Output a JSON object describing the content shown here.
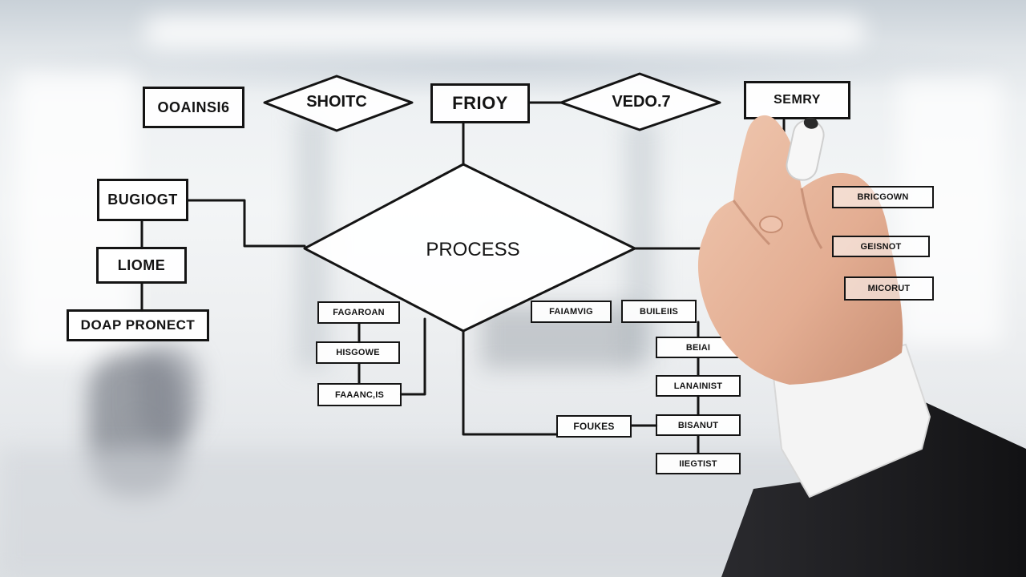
{
  "scene": {
    "description_colors": {
      "background_top": "#c9d1d8",
      "background_bottom": "#dde1e4",
      "ink": "#141414",
      "skin": "#e7b9a0",
      "sleeve": "#1a1a1d",
      "cuff": "#f4f4f4"
    }
  },
  "diagram": {
    "center": "PROCESS",
    "top_row": {
      "box_1": "OOAINSI6",
      "diamond_1": "SHOITC",
      "box_2": "FRIOY",
      "diamond_2": "VEDO.7",
      "box_3": "SEMRY"
    },
    "left_chain": {
      "box_1": "BUGIOGT",
      "box_2": "LIOME",
      "box_3": "DOAP PRONECT"
    },
    "lower_left": {
      "box_1": "FAGAROAN",
      "box_2": "HISGOWE",
      "box_3": "FAAANC,IS"
    },
    "lower_middle": {
      "box_1": "FAIAMVIG",
      "box_2": "BUILEIIS",
      "box_3": "FOUKES"
    },
    "lower_right": {
      "box_1": "BEIAI",
      "box_2": "LANAINIST",
      "box_3": "BISANUT",
      "box_4": "IIEGTIST"
    },
    "right_side": {
      "box_1": "BRICGOWN",
      "box_2": "GEISNOT",
      "box_3": "MICORUT"
    }
  }
}
